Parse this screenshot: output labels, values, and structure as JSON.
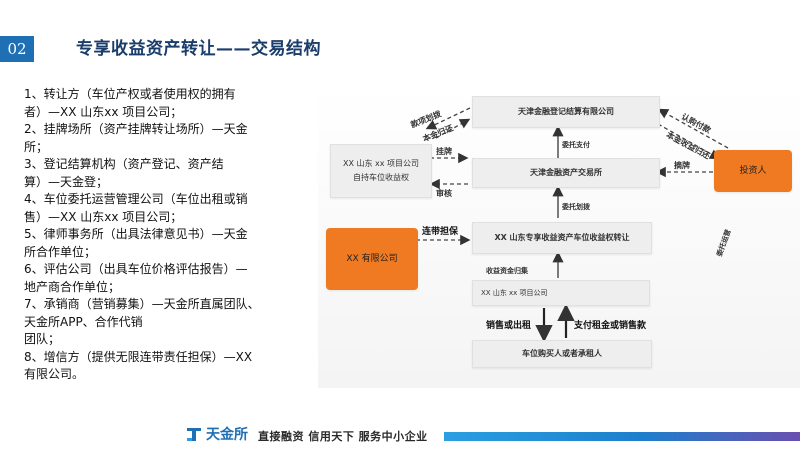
{
  "header": {
    "slide_number": "02",
    "title": "专享收益资产转让——交易结构"
  },
  "description": [
    "1、转让方（车位产权或者使用权的拥有\n者）—XX 山东xx 项目公司；",
    "2、挂牌场所（资产挂牌转让场所）—天金\n所；",
    "3、登记结算机构（资产登记、资产结\n算）—天金登；",
    "4、车位委托运营管理公司（车位出租或销\n售）—XX 山东xx 项目公司；",
    "5、律师事务所（出具法律意见书）—天金\n所合作单位；",
    "6、评估公司（出具车位价格评估报告）—\n地产商合作单位；",
    "7、承销商（营销募集）—天金所直属团队、\n天金所APP、合作代销\n团队；",
    "8、增信方（提供无限连带责任担保）—XX\n有限公司。"
  ],
  "diagram": {
    "boxes": {
      "registry": "天津金融登记结算有限公司",
      "exchange": "天津金融资产交易所",
      "project_company": "XX 山东 xx 项目公司\n自持车位收益权",
      "guarantor": "XX 有限公司",
      "transfer": "XX 山东专享收益资产车位收益权转让",
      "collection": "XX 山东 xx 项目公司",
      "buyers": "车位购买人或者承租人",
      "investor": "投资人"
    },
    "labels": {
      "payment": "款项划拨",
      "principal_return": "本金归还",
      "listing": "挂牌",
      "review": "审核",
      "guarantee": "连带担保",
      "entrust_payment": "委托支付",
      "entrust_transfer": "委托划拨",
      "subscription": "认购付款",
      "principal_interest": "本金收益归还",
      "delist": "摘牌",
      "entrust_management": "委托运营",
      "collection_label": "收益资金归集",
      "sell_or_rent": "销售或出租",
      "pay_rent": "支付租金或销售款"
    }
  },
  "footer": {
    "logo_text": "天金所",
    "slogan": "直接融资  信用天下  服务中小企业"
  },
  "colors": {
    "accent_blue": "#1f6fb5",
    "title_navy": "#1a3d6b",
    "orange": "#f07a22"
  }
}
